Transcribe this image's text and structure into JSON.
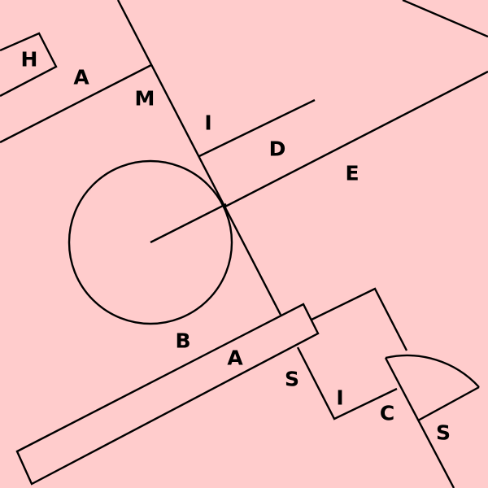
{
  "colors": {
    "background": "#ffcccc",
    "ink": "#000000"
  },
  "letters": {
    "h": "H",
    "a1": "A",
    "m": "M",
    "i1": "I",
    "d": "D",
    "e": "E",
    "b": "B",
    "a2": "A",
    "s1": "S",
    "i2": "I",
    "c": "C",
    "s2": "S"
  }
}
